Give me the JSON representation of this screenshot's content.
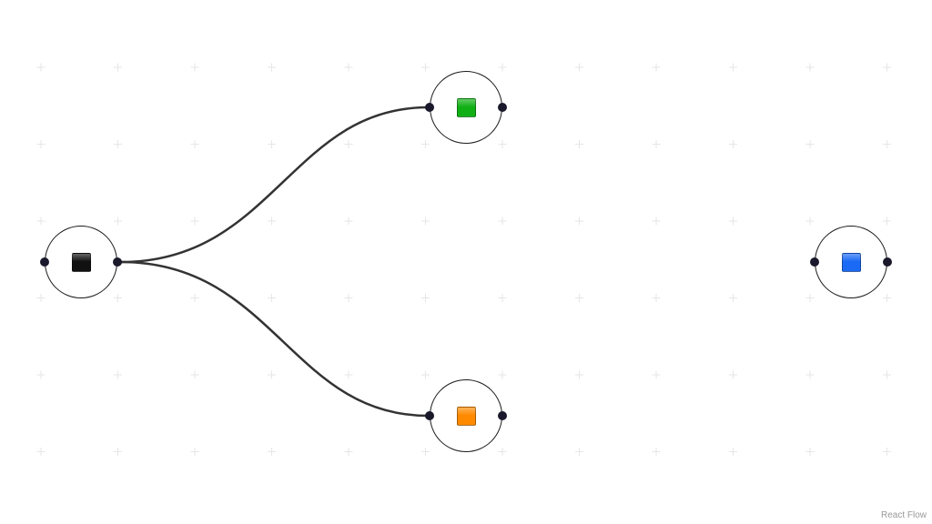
{
  "canvas": {
    "background_color": "#ffffff",
    "grid_variant": "cross",
    "grid_color": "#e6e6e6",
    "edge_color": "#333333",
    "handle_color": "#1a192b"
  },
  "nodes": [
    {
      "id": "node-black",
      "swatch_color": "#111111"
    },
    {
      "id": "node-green",
      "swatch_color": "#10b015"
    },
    {
      "id": "node-orange",
      "swatch_color": "#ff8a00"
    },
    {
      "id": "node-blue",
      "swatch_color": "#1a6af5"
    }
  ],
  "edges": [
    {
      "source": "node-black",
      "target": "node-green",
      "type": "bezier"
    },
    {
      "source": "node-black",
      "target": "node-orange",
      "type": "bezier"
    }
  ],
  "attribution": "React Flow"
}
